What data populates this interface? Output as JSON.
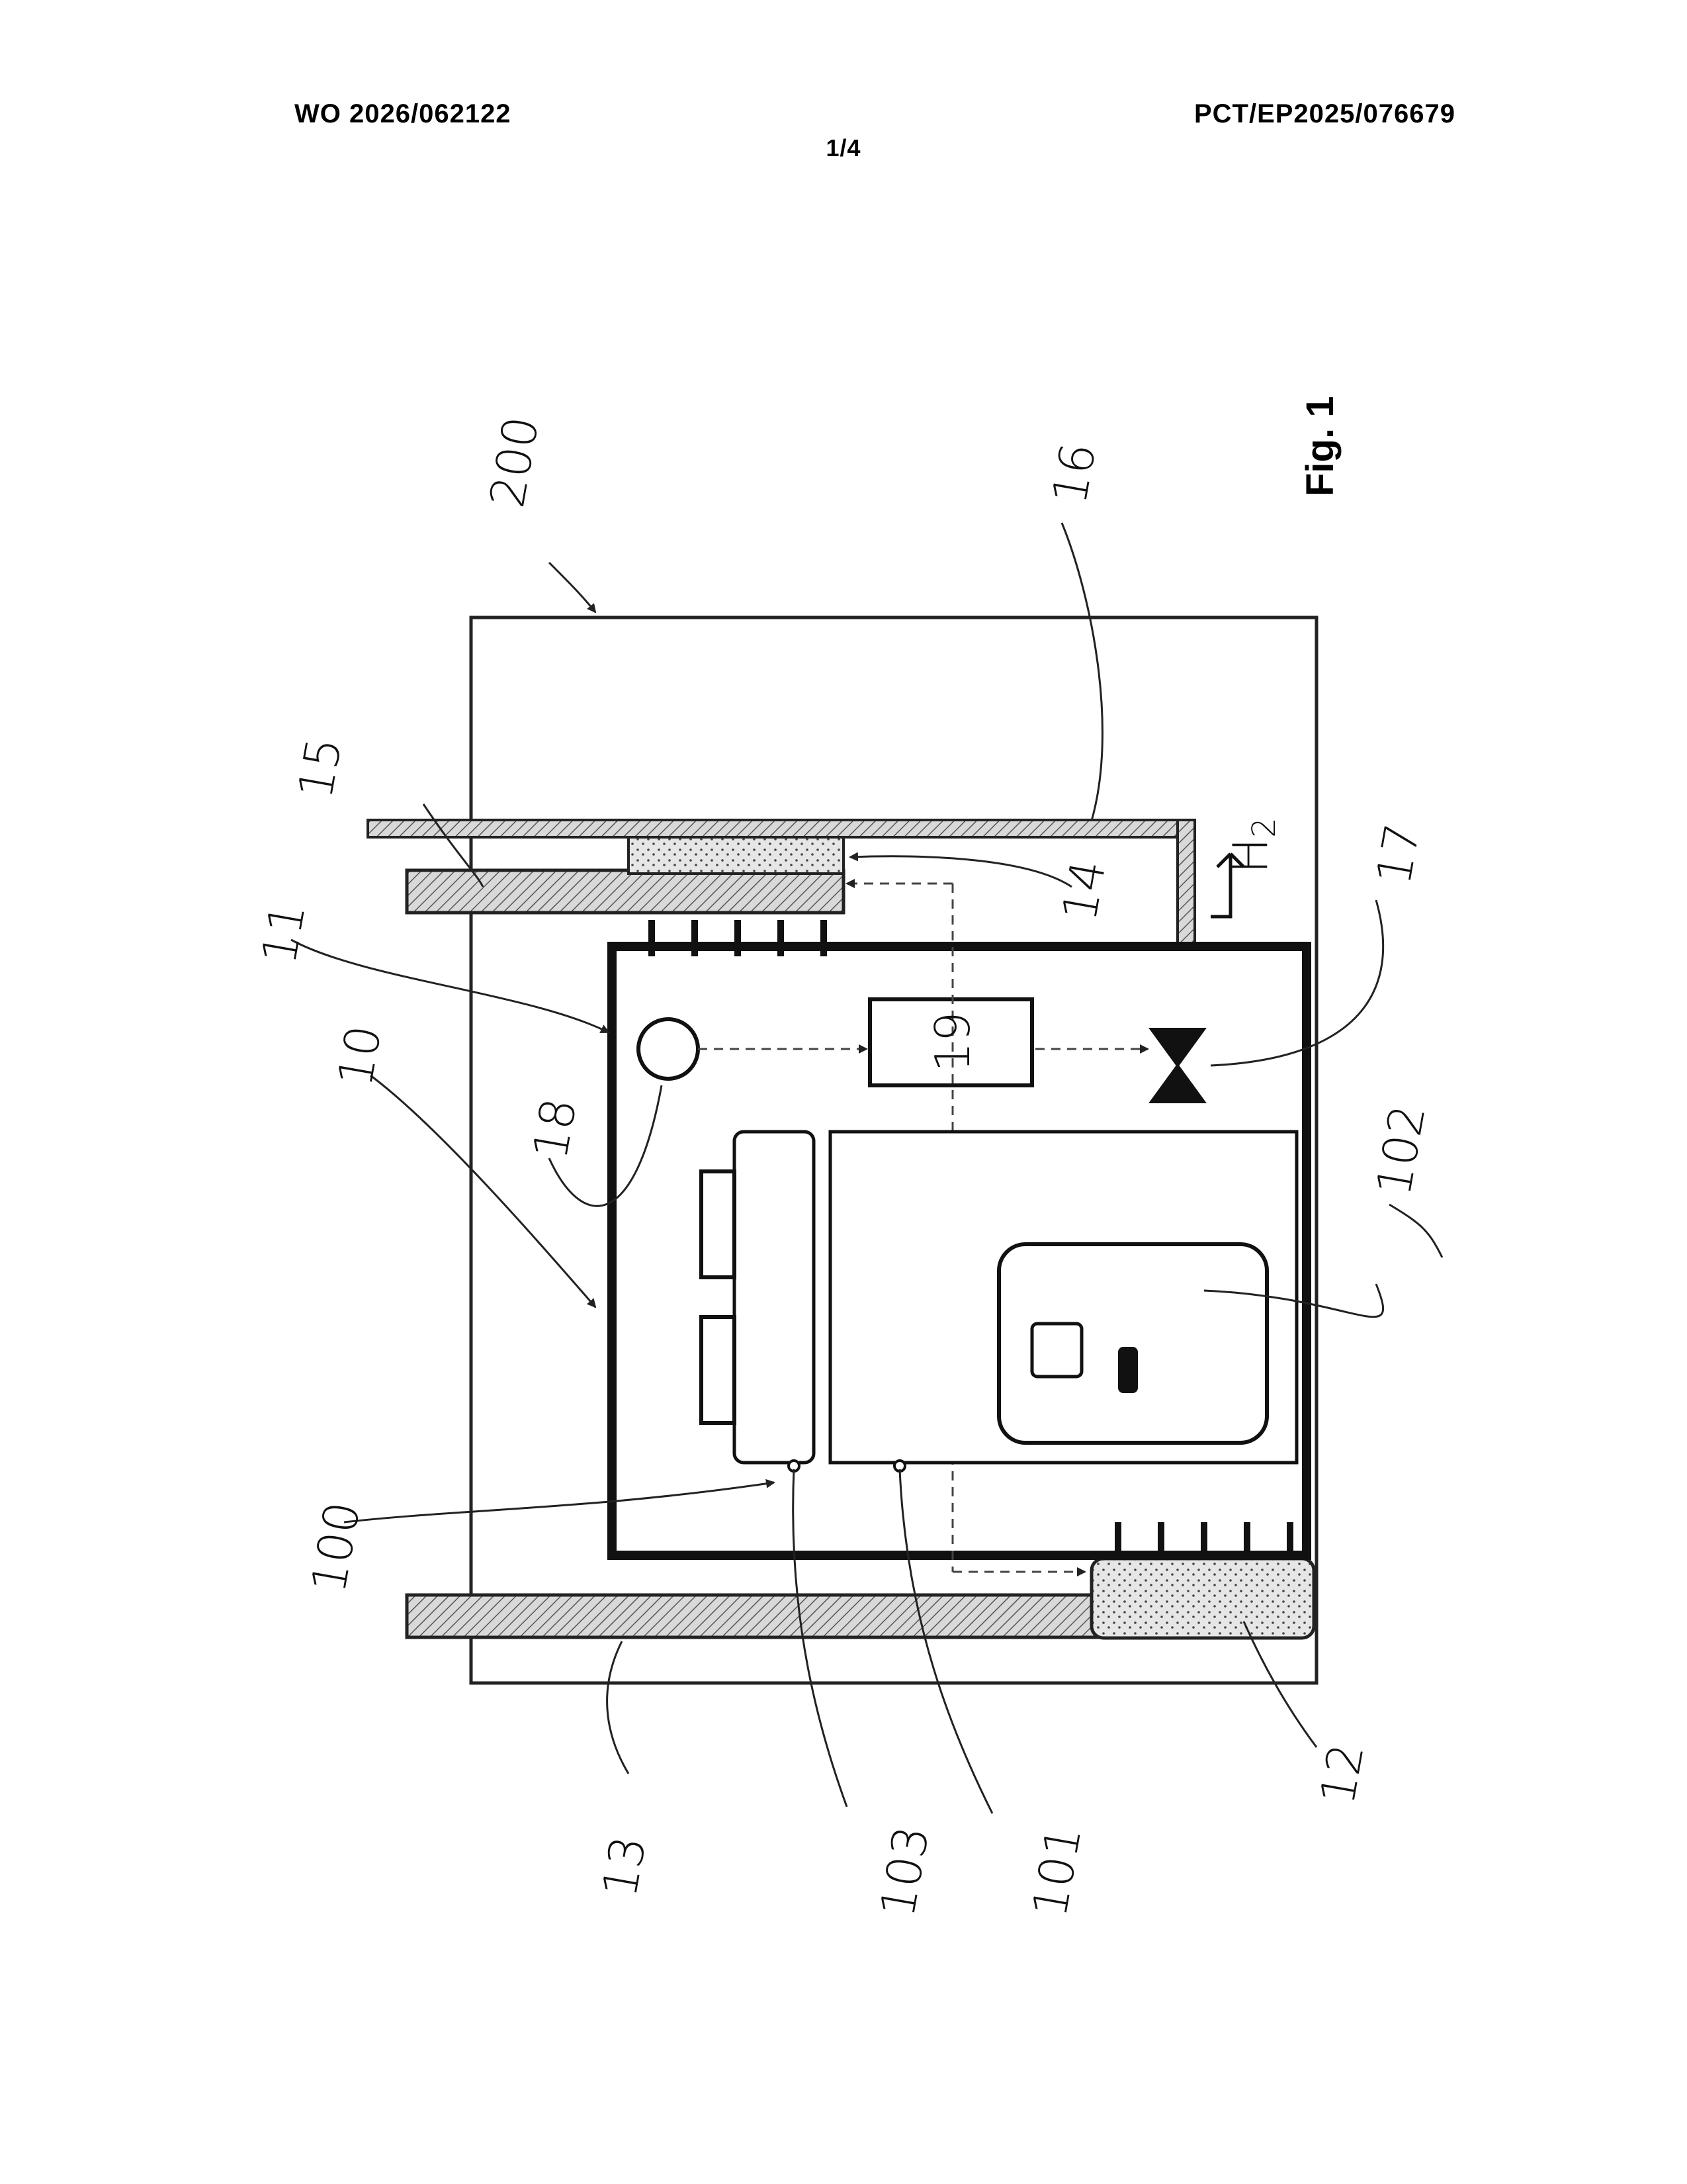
{
  "header": {
    "publication_number": "WO 2026/062122",
    "application_number": "PCT/EP2025/076679",
    "sheet": "1/4"
  },
  "figure": {
    "label": "Fig. 1",
    "gas_label": "H",
    "gas_subscript": "2",
    "refs": {
      "r200": "200",
      "r16": "16",
      "r15": "15",
      "r11": "11",
      "r10": "10",
      "r18": "18",
      "r19": "19",
      "r14": "14",
      "r17": "17",
      "r102": "102",
      "r100": "100",
      "r13": "13",
      "r103": "103",
      "r101": "101",
      "r12": "12"
    }
  }
}
